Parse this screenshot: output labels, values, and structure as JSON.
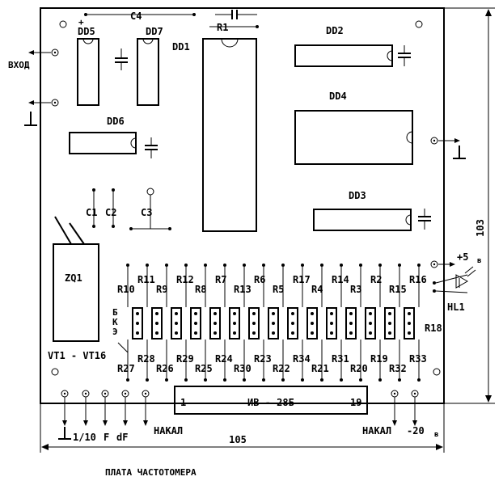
{
  "board": {
    "title": "ПЛАТА ЧАСТОТОМЕРА",
    "width_dim": "105",
    "height_dim": "103"
  },
  "chips": {
    "dd1": "DD1",
    "dd2": "DD2",
    "dd3": "DD3",
    "dd4": "DD4",
    "dd5": "DD5",
    "dd6": "DD6",
    "dd7": "DD7"
  },
  "components": {
    "c1": "C1",
    "c2": "C2",
    "c3": "C3",
    "c4": "C4",
    "r1": "R1",
    "zq1": "ZQ1",
    "hl1": "HL1",
    "r18": "R18",
    "transistors": "VT1 - VT16",
    "bke": [
      "Б",
      "К",
      "Э"
    ]
  },
  "resistors_top_row1": [
    "R11",
    "R12",
    "R7",
    "R6",
    "R17",
    "R14",
    "R2",
    "R16"
  ],
  "resistors_top_row2": [
    "R10",
    "R9",
    "R8",
    "R13",
    "R5",
    "R4",
    "R3",
    "R15"
  ],
  "resistors_bottom_row1": [
    "R28",
    "R29",
    "R24",
    "R23",
    "R34",
    "R31",
    "R19",
    "R33"
  ],
  "resistors_bottom_row2": [
    "R27",
    "R26",
    "R25",
    "R30",
    "R22",
    "R21",
    "R20",
    "R32"
  ],
  "display": {
    "name": "ИВ - 28Б",
    "pin_left": "1",
    "pin_right": "19"
  },
  "terminals": {
    "input": "ВХОД",
    "plus5": "+5",
    "plus5_unit": "в",
    "minus20": "-20",
    "minus20_unit": "в",
    "nakal_left": "НАКАЛ",
    "nakal_right": "НАКАЛ",
    "range": "1/10",
    "f": "F",
    "df": "dF",
    "c4_plus": "+"
  }
}
